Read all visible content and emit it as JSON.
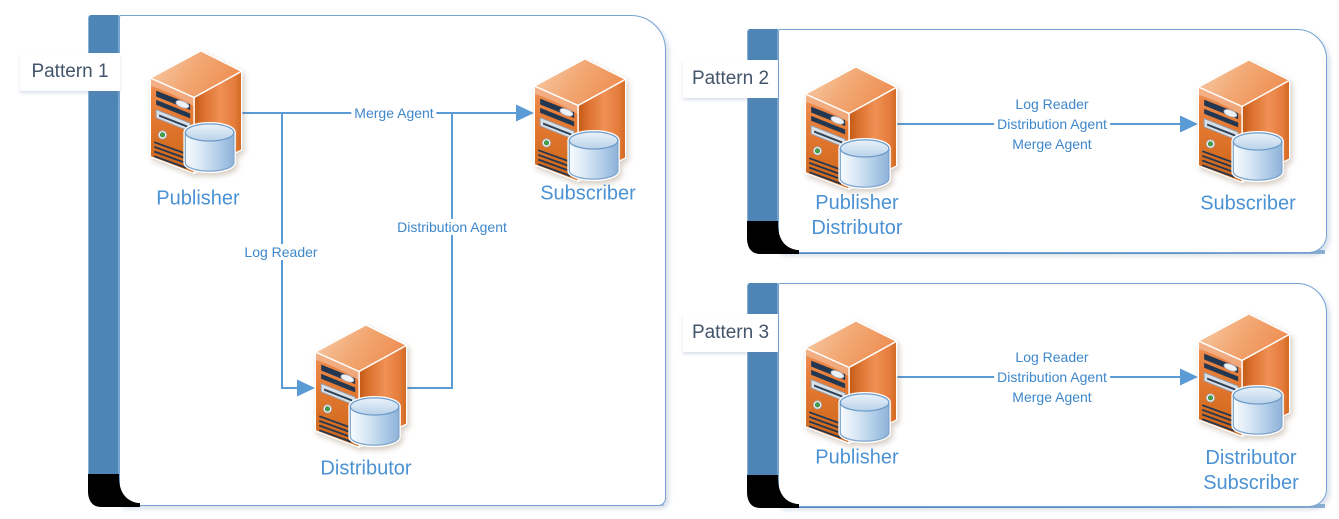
{
  "colors": {
    "ribbon": "#4e85b7",
    "panel_border": "#74a3d4",
    "connector": "#5b9bd5",
    "server_label": "#4b92d4",
    "agent_label": "#3e87cb",
    "pattern_label": "#44546a",
    "server_orange": "#e2772f",
    "database_blue": "#9fc0e0"
  },
  "patterns": [
    {
      "label": "Pattern 1",
      "servers": [
        {
          "role": "publisher",
          "label_lines": [
            "Publisher"
          ]
        },
        {
          "role": "subscriber",
          "label_lines": [
            "Subscriber"
          ]
        },
        {
          "role": "distributor",
          "label_lines": [
            "Distributor"
          ]
        }
      ],
      "connectors": [
        {
          "label": "Merge Agent",
          "from": "Publisher",
          "to": "Subscriber"
        },
        {
          "label": "Log Reader",
          "from": "Publisher",
          "to": "Distributor"
        },
        {
          "label": "Distribution Agent",
          "from": "Distributor",
          "to": "Subscriber"
        }
      ]
    },
    {
      "label": "Pattern 2",
      "servers": [
        {
          "role": "publisher-distributor",
          "label_lines": [
            "Publisher",
            "Distributor"
          ]
        },
        {
          "role": "subscriber",
          "label_lines": [
            "Subscriber"
          ]
        }
      ],
      "connectors": [
        {
          "label_lines": [
            "Log Reader",
            "Distribution Agent",
            "Merge Agent"
          ],
          "from": "Publisher/Distributor",
          "to": "Subscriber"
        }
      ]
    },
    {
      "label": "Pattern 3",
      "servers": [
        {
          "role": "publisher",
          "label_lines": [
            "Publisher"
          ]
        },
        {
          "role": "distributor-subscriber",
          "label_lines": [
            "Distributor",
            "Subscriber"
          ]
        }
      ],
      "connectors": [
        {
          "label_lines": [
            "Log Reader",
            "Distribution Agent",
            "Merge Agent"
          ],
          "from": "Publisher",
          "to": "Distributor/Subscriber"
        }
      ]
    }
  ]
}
